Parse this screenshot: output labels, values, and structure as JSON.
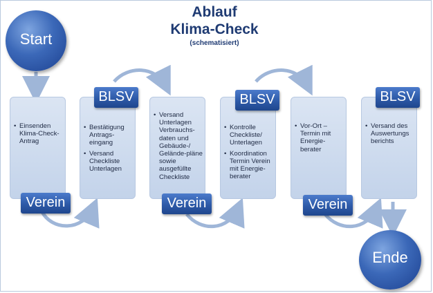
{
  "title": {
    "line1": "Ablauf",
    "line2": "Klima-Check",
    "line3": "(schematisiert)"
  },
  "start_label": "Start",
  "end_label": "Ende",
  "steps": [
    {
      "actor": "Verein",
      "items": [
        "Einsenden Klima-Check-Antrag"
      ]
    },
    {
      "actor": "BLSV",
      "items": [
        "Bestätigung Antrags-eingang",
        "Versand Checkliste Unterlagen"
      ]
    },
    {
      "actor": "Verein",
      "items": [
        "Versand Unterlagen Verbrauchs-daten und Gebäude-/ Gelände-pläne sowie ausgefüllte Checkliste"
      ]
    },
    {
      "actor": "BLSV",
      "items": [
        "Kontrolle Checkliste/ Unterlagen",
        "Koordination Termin Verein mit Energie-berater"
      ]
    },
    {
      "actor": "Verein",
      "items": [
        "Vor-Ort – Termin mit Energie-berater"
      ]
    },
    {
      "actor": "BLSV",
      "items": [
        "Versand des Auswertungs berichts"
      ]
    }
  ],
  "colors": {
    "title": "#1f3b73",
    "label_fill": "#2d5aa8",
    "box_fill": "#cdd9ee",
    "arrow": "#9fb6d8"
  }
}
